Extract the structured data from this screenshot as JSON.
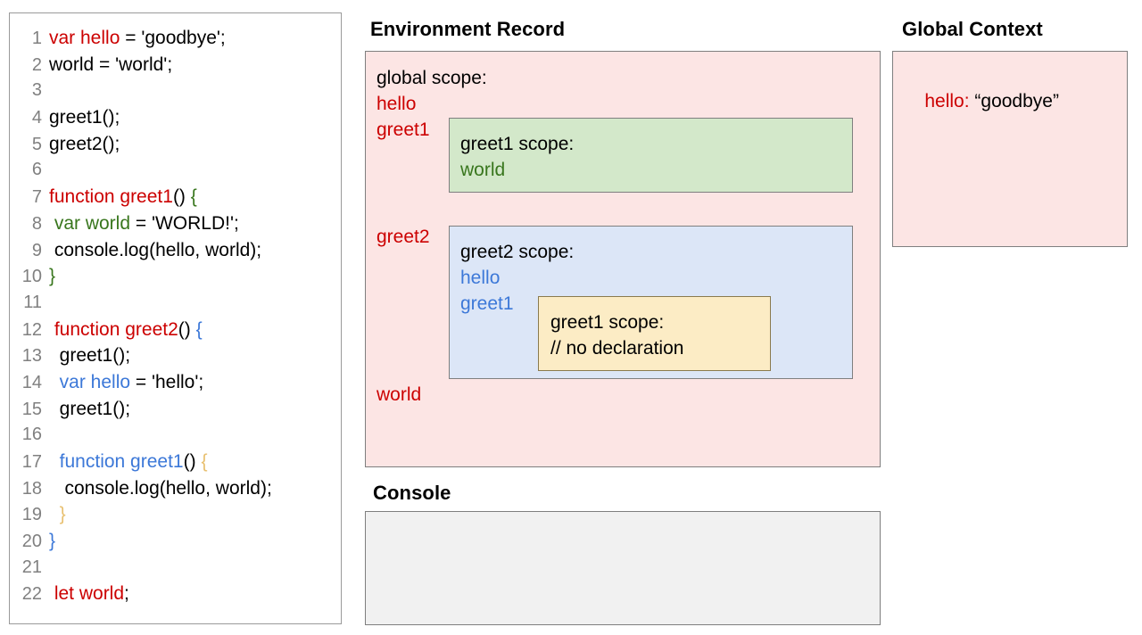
{
  "colors": {
    "red": "#cc0000",
    "green": "#38761d",
    "blue": "#3c78d8",
    "black": "#000000",
    "tan_brace": "#e8c070",
    "pink_panel": "#fce5e4",
    "green_panel": "#d3e8ca",
    "blue_panel": "#dce6f7",
    "yellow_panel": "#fcecc5",
    "console_panel": "#f1f1f1",
    "line_number": "#808080",
    "border": "#7f7f7f"
  },
  "code_panel": {
    "language": "javascript",
    "lines": [
      {
        "num": "1",
        "tokens": [
          {
            "t": "var hello",
            "c": "red"
          },
          {
            "t": " = 'goodbye';",
            "c": "black"
          }
        ]
      },
      {
        "num": "2",
        "tokens": [
          {
            "t": "world = 'world';",
            "c": "black"
          }
        ]
      },
      {
        "num": "3",
        "tokens": []
      },
      {
        "num": "4",
        "tokens": [
          {
            "t": "greet1();",
            "c": "black"
          }
        ]
      },
      {
        "num": "5",
        "tokens": [
          {
            "t": "greet2();",
            "c": "black"
          }
        ]
      },
      {
        "num": "6",
        "tokens": []
      },
      {
        "num": "7",
        "tokens": [
          {
            "t": "function greet1",
            "c": "red"
          },
          {
            "t": "() ",
            "c": "black"
          },
          {
            "t": "{",
            "c": "green"
          }
        ]
      },
      {
        "num": "8",
        "tokens": [
          {
            "t": " var world",
            "c": "green"
          },
          {
            "t": " = 'WORLD!';",
            "c": "black"
          }
        ]
      },
      {
        "num": "9",
        "tokens": [
          {
            "t": " console.log(hello, world);",
            "c": "black"
          }
        ]
      },
      {
        "num": "10",
        "tokens": [
          {
            "t": "}",
            "c": "green"
          }
        ]
      },
      {
        "num": "11",
        "tokens": []
      },
      {
        "num": "12",
        "tokens": [
          {
            "t": " function greet2",
            "c": "red"
          },
          {
            "t": "() ",
            "c": "black"
          },
          {
            "t": "{",
            "c": "blue"
          }
        ]
      },
      {
        "num": "13",
        "tokens": [
          {
            "t": "  greet1();",
            "c": "black"
          }
        ]
      },
      {
        "num": "14",
        "tokens": [
          {
            "t": "  var hello",
            "c": "blue"
          },
          {
            "t": " = 'hello';",
            "c": "black"
          }
        ]
      },
      {
        "num": "15",
        "tokens": [
          {
            "t": "  greet1();",
            "c": "black"
          }
        ]
      },
      {
        "num": "16",
        "tokens": []
      },
      {
        "num": "17",
        "tokens": [
          {
            "t": "  function greet1",
            "c": "blue"
          },
          {
            "t": "() ",
            "c": "black"
          },
          {
            "t": "{",
            "c": "tan"
          }
        ]
      },
      {
        "num": "18",
        "tokens": [
          {
            "t": "   console.log(hello, world);",
            "c": "black"
          }
        ]
      },
      {
        "num": "19",
        "tokens": [
          {
            "t": "  }",
            "c": "tan"
          }
        ]
      },
      {
        "num": "20",
        "tokens": [
          {
            "t": "}",
            "c": "blue"
          }
        ]
      },
      {
        "num": "21",
        "tokens": []
      },
      {
        "num": "22",
        "tokens": [
          {
            "t": " let world",
            "c": "red"
          },
          {
            "t": ";",
            "c": "black"
          }
        ]
      }
    ]
  },
  "environment_record": {
    "title": "Environment Record",
    "global_scope_label": "global scope:",
    "global_bindings": [
      {
        "name": "hello",
        "color": "red"
      },
      {
        "name": "greet1",
        "color": "red"
      },
      {
        "name": "greet2",
        "color": "red"
      },
      {
        "name": "world",
        "color": "red"
      }
    ],
    "greet1_scope": {
      "heading": "greet1 scope:",
      "bindings": [
        {
          "name": "world",
          "color": "green"
        }
      ]
    },
    "greet2_scope": {
      "heading": "greet2 scope:",
      "bindings": [
        {
          "name": "hello",
          "color": "blue"
        },
        {
          "name": "greet1",
          "color": "blue"
        }
      ],
      "nested_greet1_scope": {
        "heading": "greet1 scope:",
        "note": "// no declaration"
      }
    }
  },
  "console": {
    "title": "Console",
    "output": ""
  },
  "global_context": {
    "title": "Global Context",
    "entries": [
      {
        "key": "hello:",
        "value": "“goodbye”"
      }
    ]
  }
}
